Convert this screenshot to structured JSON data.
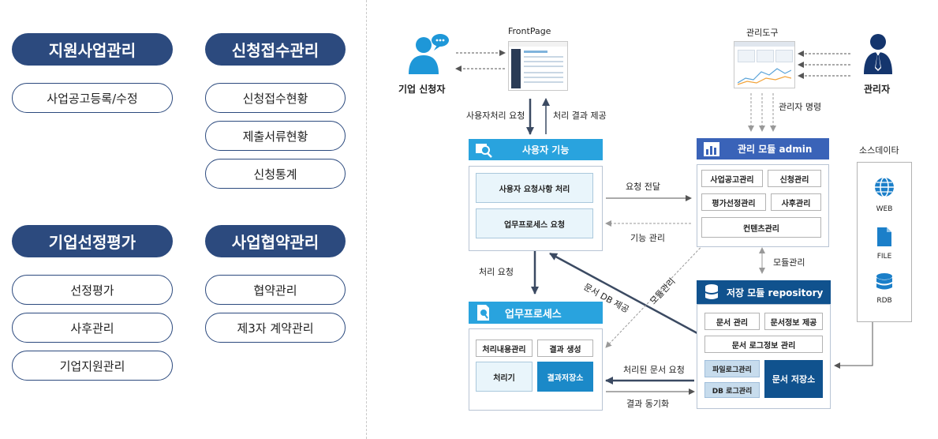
{
  "menu": {
    "groups": [
      {
        "title": "지원사업관리",
        "items": [
          "사업공고등록/수정"
        ]
      },
      {
        "title": "신청접수관리",
        "items": [
          "신청접수현황",
          "제출서류현황",
          "신청통계"
        ]
      },
      {
        "title": "기업선정평가",
        "items": [
          "선정평가",
          "사후관리",
          "기업지원관리"
        ]
      },
      {
        "title": "사업협약관리",
        "items": [
          "협약관리",
          "제3자 계약관리"
        ]
      }
    ]
  },
  "actors": {
    "applicant": "기업 신청자",
    "admin": "관리자"
  },
  "screens": {
    "frontpage": "FrontPage",
    "admin_tool": "관리도구"
  },
  "flows": {
    "user_request": "사용자처리 요청",
    "result_provide": "처리 결과 제공",
    "admin_command": "관리자 명령",
    "request_forward": "요청 전달",
    "function_manage": "기능 관리",
    "process_request": "처리 요청",
    "doc_db_provide": "문서 DB 제공",
    "module_manage_diag": "모듈관리",
    "module_manage": "모듈관리",
    "processed_doc_request": "처리된 문서 요청",
    "result_sync": "결과 동기화"
  },
  "user_func": {
    "title": "사용자 기능",
    "items": [
      "사용자 요청사항 처리",
      "업무프로세스 요청"
    ]
  },
  "admin_module": {
    "title": "관리 모듈 admin",
    "items": [
      "사업공고관리",
      "신청관리",
      "평가선정관리",
      "사후관리",
      "컨텐츠관리"
    ]
  },
  "workflow": {
    "title": "업무프로세스",
    "items": [
      "처리내용관리",
      "결과 생성",
      "처리기",
      "결과저장소"
    ]
  },
  "storage": {
    "title": "저장 모듈 repository",
    "items": [
      "문서 관리",
      "문서정보 제공",
      "문서 로그정보 관리",
      "파일로그관리",
      "DB 로그관리",
      "문서 저장소"
    ]
  },
  "sources": {
    "title": "소스데이타",
    "items": [
      "WEB",
      "FILE",
      "RDB"
    ]
  },
  "colors": {
    "navy": "#2c4a7e",
    "sky": "#29a3de",
    "royal": "#3a63b8",
    "deep": "#10528e"
  }
}
